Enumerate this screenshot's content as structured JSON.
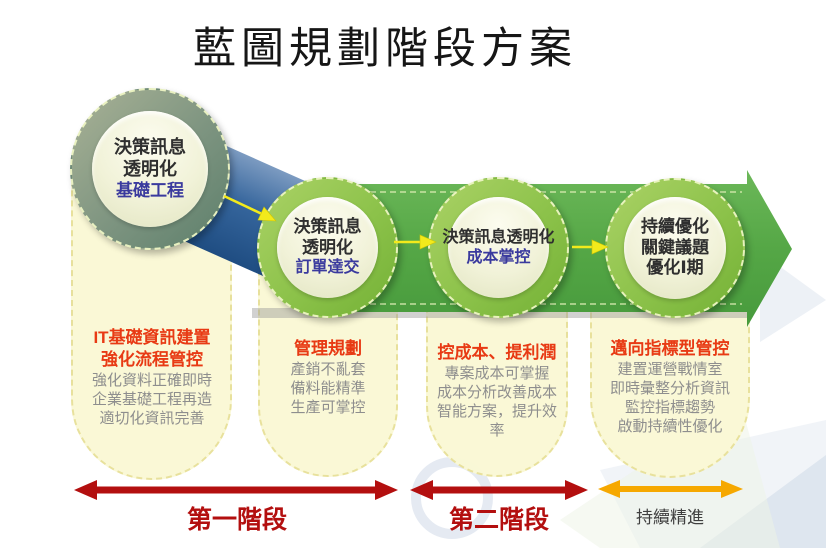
{
  "title": "藍圖規劃階段方案",
  "colors": {
    "ring_green": "#8cc24a",
    "ring_teal": "#7d9480",
    "band_green": "#54a546",
    "band_blue": "#2e5e94",
    "column_fill": "#faf8d4",
    "heading_red": "#e83a14",
    "body_gray": "#8e8e8e",
    "circle_sub_blue": "#3a3a9e",
    "phase_red": "#b30f0f",
    "phase_orange": "#f6a800",
    "connector_yellow": "#f2ea1c"
  },
  "stages": [
    {
      "circle_lines": [
        "決策訊息",
        "透明化"
      ],
      "circle_sub": "基礎工程",
      "heading": [
        "IT基礎資訊建置",
        "強化流程管控"
      ],
      "body": [
        "強化資料正確即時",
        "企業基礎工程再造",
        "適切化資訊完善"
      ]
    },
    {
      "circle_lines": [
        "決策訊息",
        "透明化"
      ],
      "circle_sub": "訂單達交",
      "heading": [
        "管理規劃"
      ],
      "body": [
        "產銷不亂套",
        "備料能精準",
        "生產可掌控"
      ]
    },
    {
      "circle_lines": [
        "決策訊息透明化"
      ],
      "circle_sub": "成本掌控",
      "heading": [
        "控成本、提利潤"
      ],
      "body": [
        "專案成本可掌握",
        "成本分析改善成本",
        "智能方案，提升效",
        "率"
      ]
    },
    {
      "circle_lines": [
        "持續優化",
        "關鍵議題",
        "優化Ⅰ期"
      ],
      "circle_sub": "",
      "heading": [
        "邁向指標型管控"
      ],
      "body": [
        "建置運營戰情室",
        "即時彙整分析資訊",
        "監控指標趨勢",
        "啟動持續性優化"
      ]
    }
  ],
  "phases": [
    {
      "label": "第一階段"
    },
    {
      "label": "第二階段"
    },
    {
      "label": "持續精進"
    }
  ]
}
